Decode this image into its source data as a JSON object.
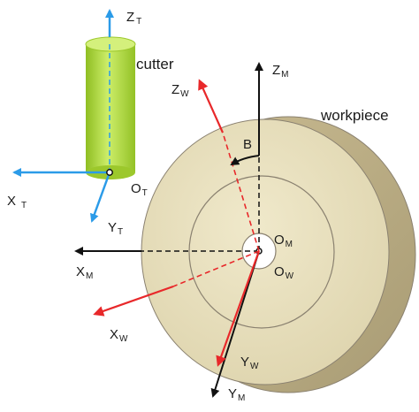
{
  "labels": {
    "cutter": "cutter",
    "workpiece": "workpiece",
    "angle": "B",
    "zt": {
      "main": "Z",
      "sub": "T"
    },
    "xt": {
      "main": "X",
      "sub": "T"
    },
    "yt": {
      "main": "Y",
      "sub": "T"
    },
    "ot": {
      "main": "O",
      "sub": "T"
    },
    "zm": {
      "main": "Z",
      "sub": "M"
    },
    "xm": {
      "main": "X",
      "sub": "M"
    },
    "ym": {
      "main": "Y",
      "sub": "M"
    },
    "om": {
      "main": "O",
      "sub": "M"
    },
    "zw": {
      "main": "Z",
      "sub": "W"
    },
    "xw": {
      "main": "X",
      "sub": "W"
    },
    "yw": {
      "main": "Y",
      "sub": "W"
    },
    "ow": {
      "main": "O",
      "sub": "W"
    }
  },
  "colors": {
    "tool_axis": "#2b9be8",
    "machine_axis": "#111111",
    "workpiece_axis": "#e8282a",
    "cutter_fill": "#b7e04a",
    "cutter_dark": "#8dbb1f",
    "disk_face": "#e9e1bf",
    "disk_rim": "#cfc29a",
    "disk_edge": "#888070"
  }
}
